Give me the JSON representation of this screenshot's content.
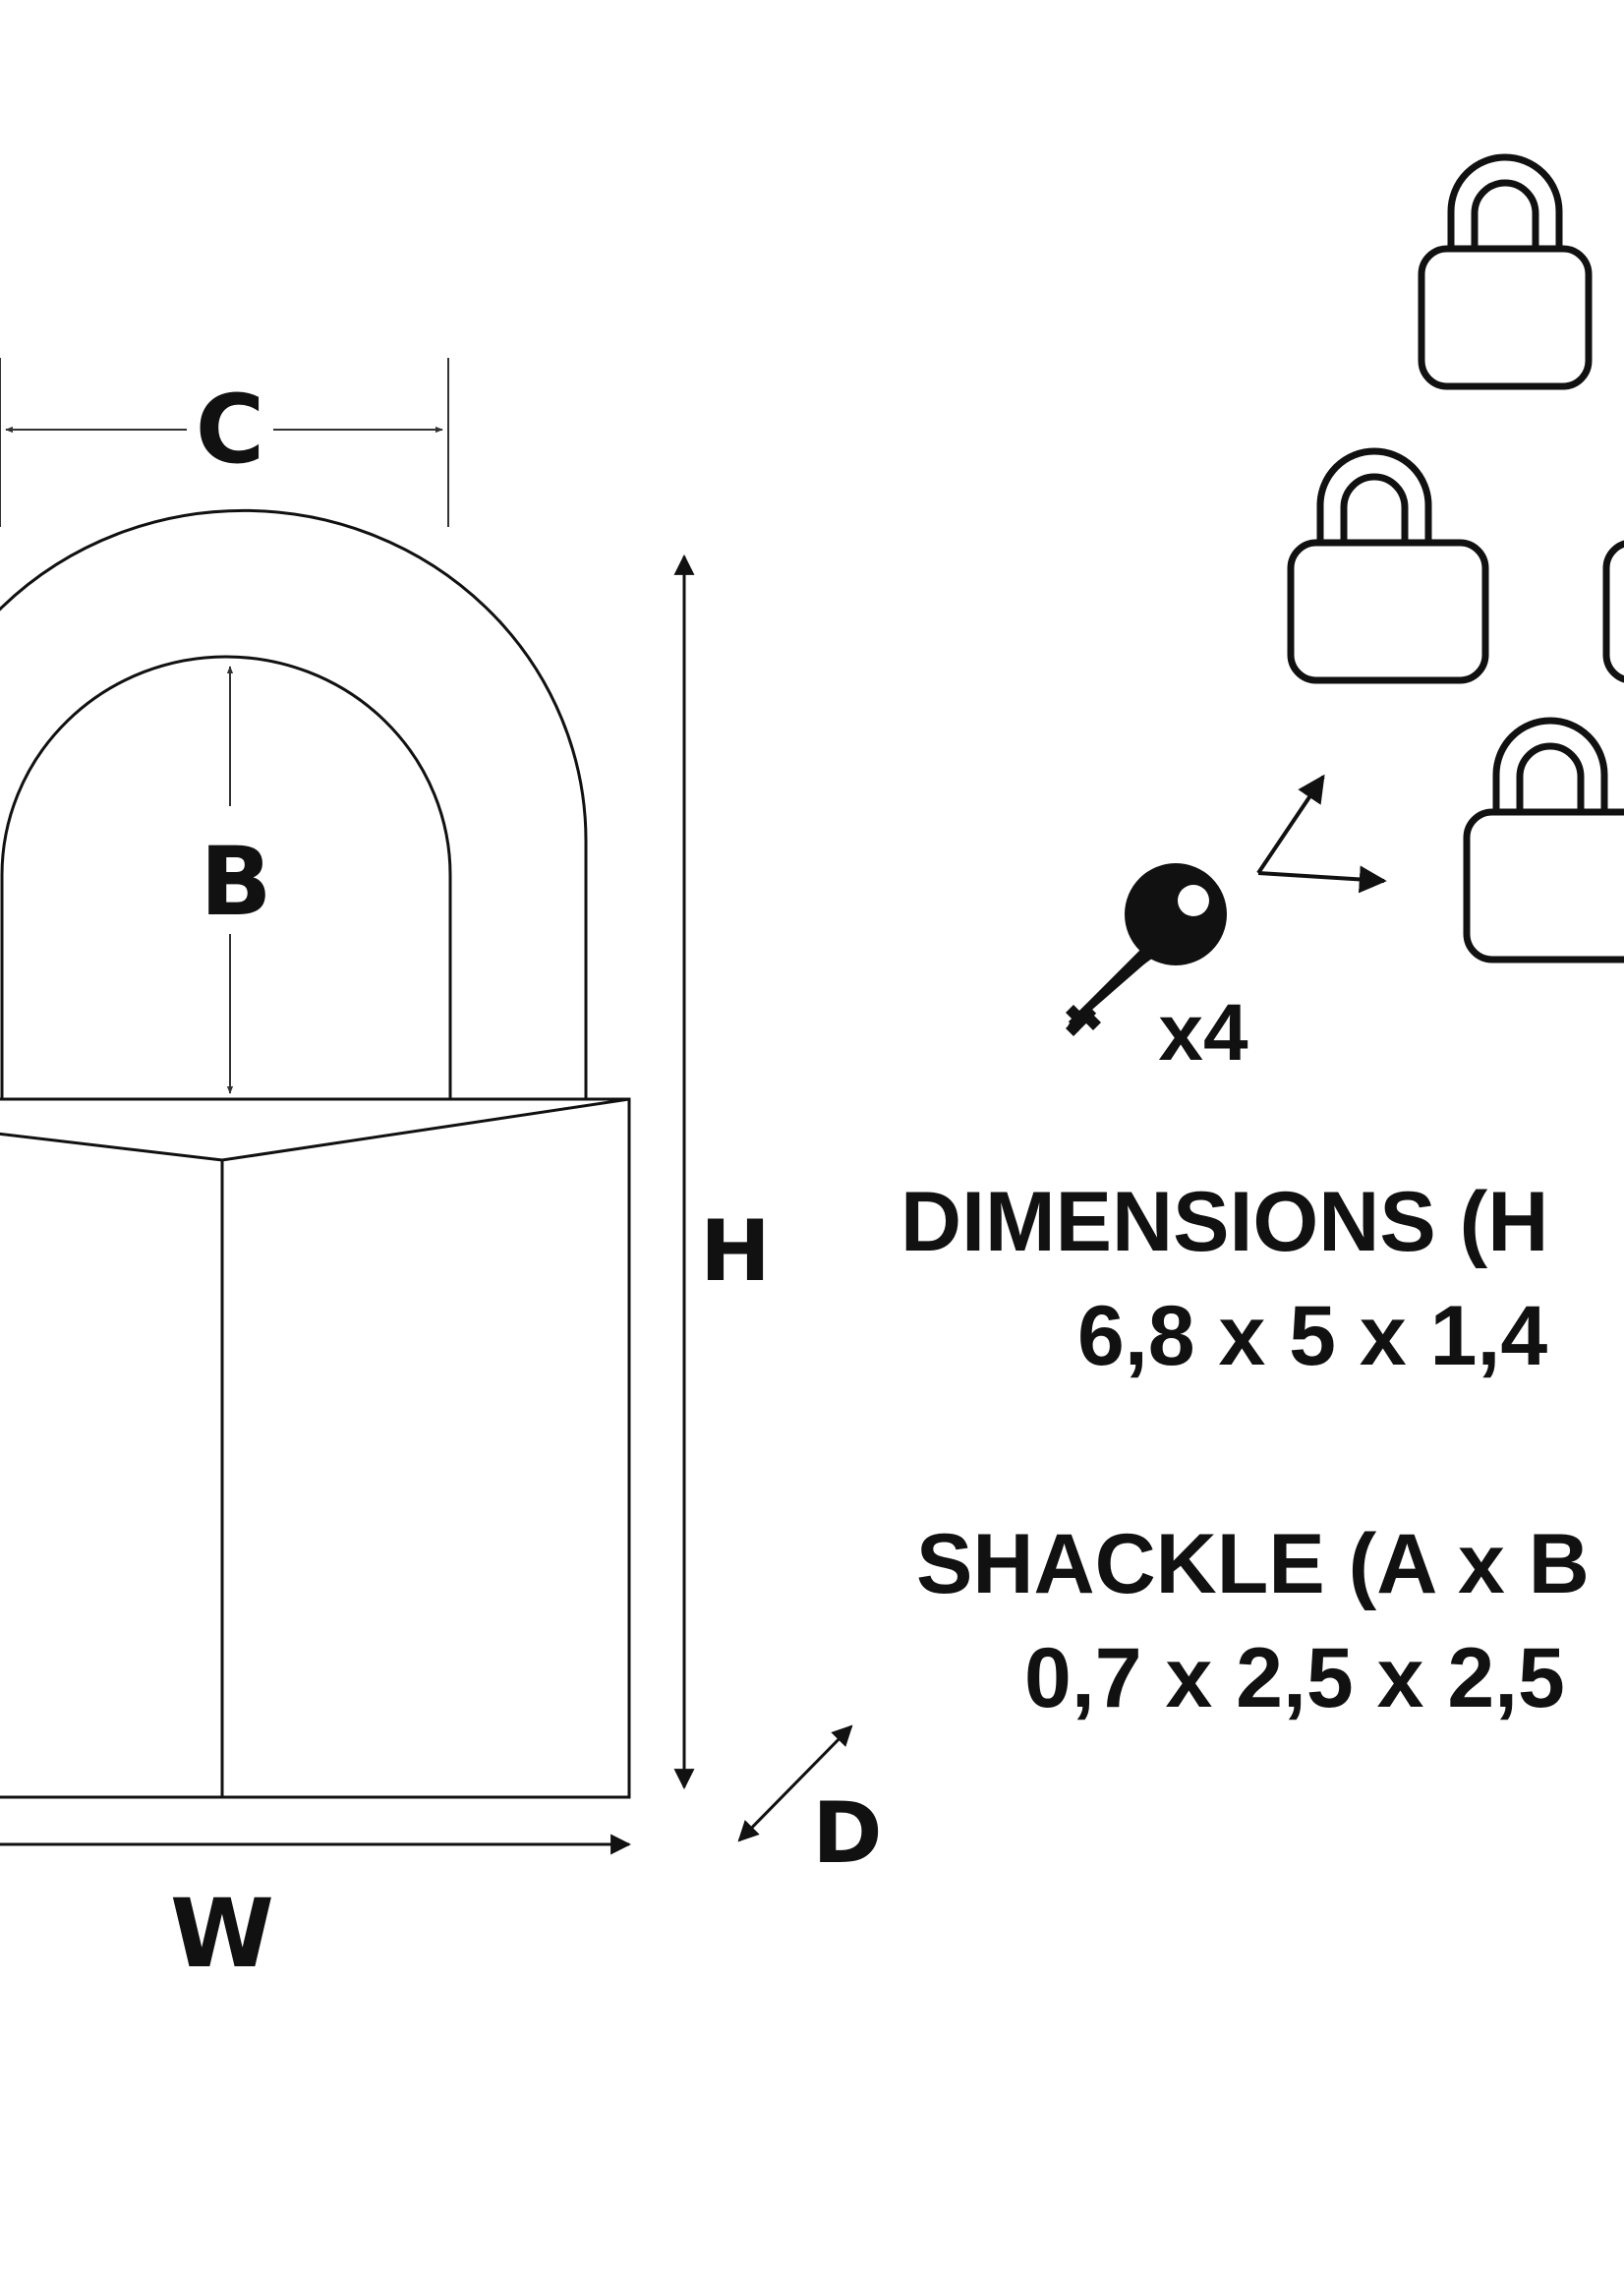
{
  "colors": {
    "ink": "#111111",
    "background": "#ffffff"
  },
  "labels": {
    "c": "C",
    "b": "B",
    "h": "H",
    "w": "W",
    "d": "D"
  },
  "keys": {
    "icon": "key-icon",
    "count": "x4"
  },
  "padlock_icons": [
    "padlock-icon",
    "padlock-icon",
    "padlock-icon",
    "padlock-icon"
  ],
  "specs": {
    "dimensions_heading": "DIMENSIONS (H",
    "dimensions_value": "6,8 x 5 x 1,4",
    "shackle_heading": "SHACKLE (A x B",
    "shackle_value": "0,7 x 2,5 x 2,5"
  }
}
